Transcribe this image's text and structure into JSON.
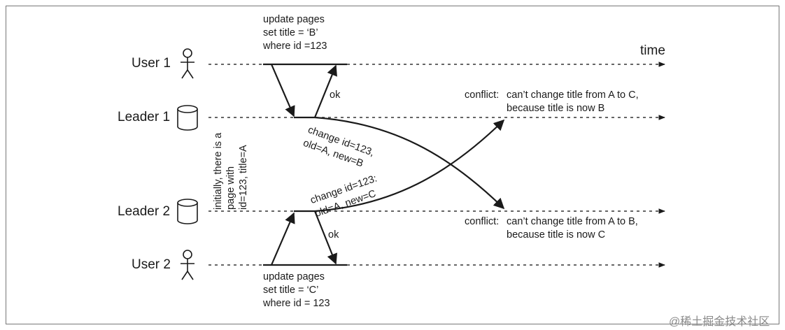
{
  "time_label": "time",
  "actors": {
    "user1": "User 1",
    "leader1": "Leader 1",
    "leader2": "Leader 2",
    "user2": "User 2"
  },
  "user1_query": [
    "update pages",
    "set title = ‘B’",
    "where id =123"
  ],
  "user2_query": [
    "update pages",
    "set title = ‘C’",
    "where id = 123"
  ],
  "ok_label": "ok",
  "msg_leader1": [
    "change id=123,",
    "old=A, new=B"
  ],
  "msg_leader2": [
    "change id=123:",
    "old=A, new=C"
  ],
  "conflict_top": [
    "conflict:",
    "can’t change title from A to C,",
    "because title is now B"
  ],
  "conflict_bottom": [
    "conflict:",
    "can’t change title from A to B,",
    "because title is now C"
  ],
  "initial_state": [
    "initially, there is a",
    "page with",
    "id=123, title=A"
  ],
  "watermark": "@稀土掘金技术社区"
}
